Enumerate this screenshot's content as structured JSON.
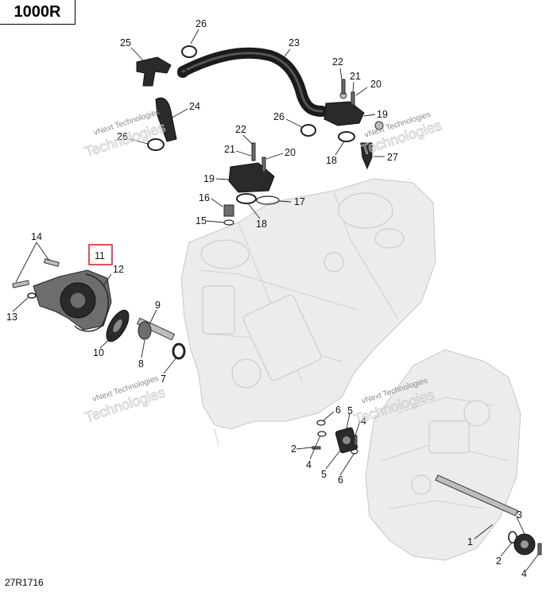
{
  "model_badge": "1000R",
  "ref_code": "27R1716",
  "highlight_color": "#d9262c",
  "watermarks": [
    {
      "line1": "vNext Technologies",
      "line2": "Technologies"
    },
    {
      "line1": "vNext Technologies",
      "line2": "Technologies"
    },
    {
      "line1": "vNext Technologies",
      "line2": "Technologies"
    },
    {
      "line1": "vNext Technologies",
      "line2": "Technologies"
    }
  ],
  "callouts": [
    "26",
    "25",
    "23",
    "22",
    "21",
    "20",
    "24",
    "19",
    "26",
    "26",
    "18",
    "27",
    "22",
    "21",
    "20",
    "19",
    "16",
    "17",
    "15",
    "18",
    "14",
    "11",
    "12",
    "13",
    "9",
    "10",
    "8",
    "7",
    "6",
    "5",
    "4",
    "2",
    "4",
    "5",
    "6",
    "3",
    "1",
    "2",
    "4"
  ]
}
